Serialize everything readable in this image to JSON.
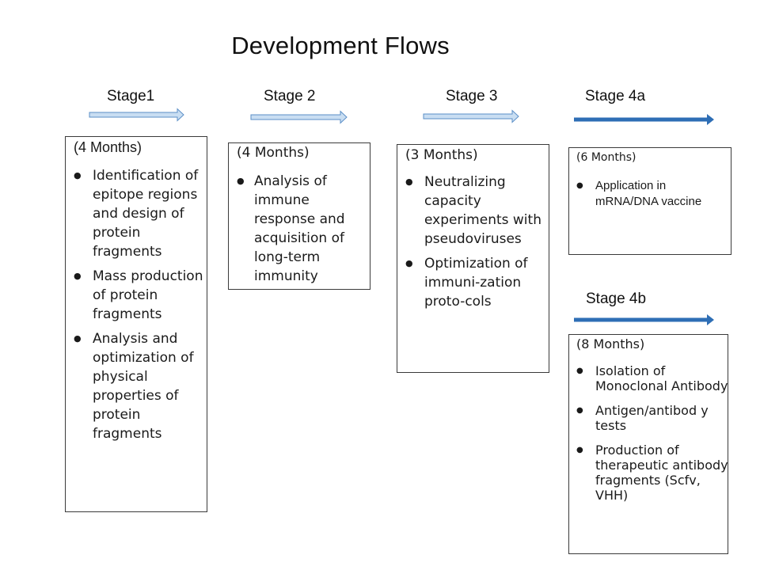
{
  "title": "Development Flows",
  "stages": [
    {
      "label": "Stage1",
      "duration": "(4 Months)",
      "items": [
        "Identification of epitope regions and design of protein fragments",
        "Mass production of protein fragments",
        "Analysis and optimization of physical properties of protein fragments"
      ]
    },
    {
      "label": "Stage 2",
      "duration": "(4 Months)",
      "items": [
        "Analysis of immune response and acquisition of long-term immunity"
      ]
    },
    {
      "label": "Stage 3",
      "duration": "(3 Months)",
      "items": [
        "Neutralizing capacity experiments with pseudoviruses",
        "Optimization of immuni-zation proto-cols"
      ]
    },
    {
      "label": "Stage 4a",
      "duration": "(6 Months)",
      "items": [
        "Application in mRNA/DNA vaccine"
      ]
    },
    {
      "label": "Stage 4b",
      "duration": "(8 Months)",
      "items": [
        "Isolation of Monoclonal Antibody",
        "Antigen/antibod y tests",
        "Production of therapeutic antibody fragments (Scfv, VHH)"
      ]
    }
  ],
  "colors": {
    "light_arrow_fill": "#c9def2",
    "light_arrow_stroke": "#5b8fc7",
    "dark_arrow": "#2e6eb5",
    "box_border": "#3a3a3a"
  }
}
